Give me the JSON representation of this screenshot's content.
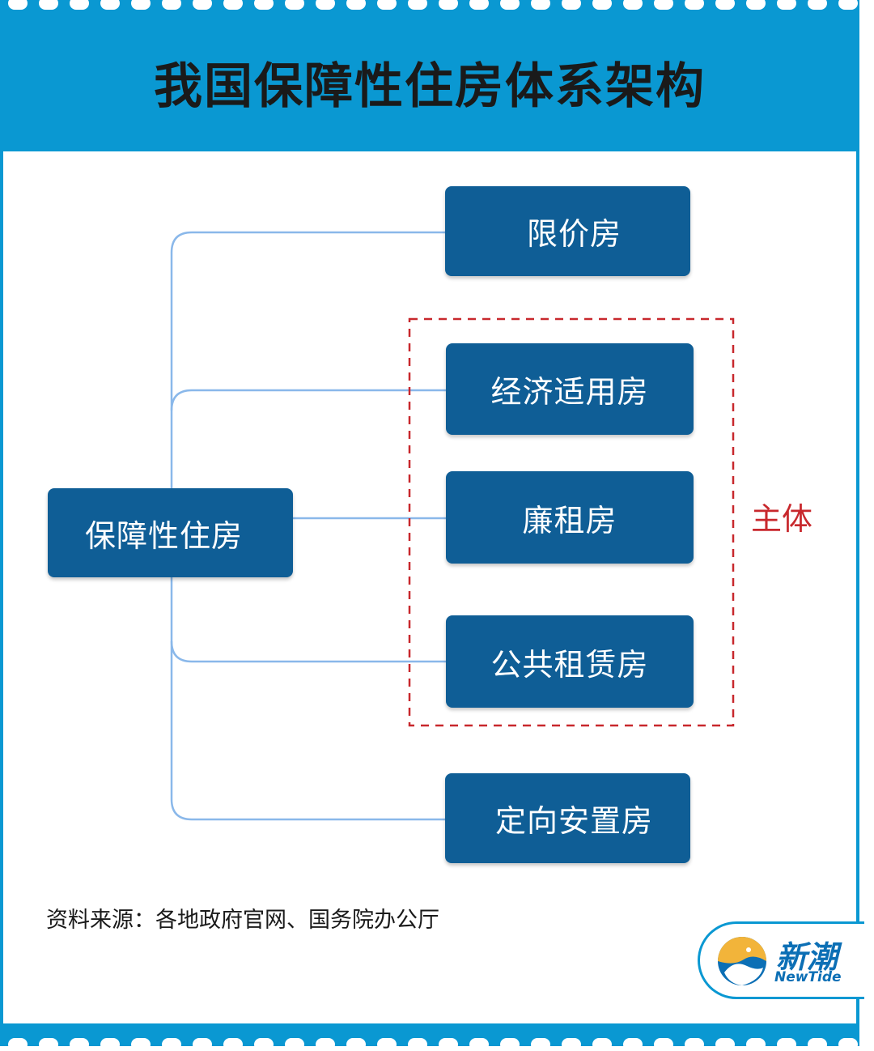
{
  "title": "我国保障性住房体系架构",
  "root": "保障性住房",
  "branches": [
    "限价房",
    "经济适用房",
    "廉租房",
    "公共租赁房",
    "定向安置房"
  ],
  "group_label": "主体",
  "source": "资料来源：各地政府官网、国务院办公厅",
  "brand": {
    "name_cn": "新潮",
    "name_en": "NewTide",
    "icon": "wave-logo-icon"
  },
  "colors": {
    "frame": "#0a98d2",
    "node": "#0f5e96",
    "connector": "#8ab8ea",
    "highlight": "#c8282d"
  }
}
